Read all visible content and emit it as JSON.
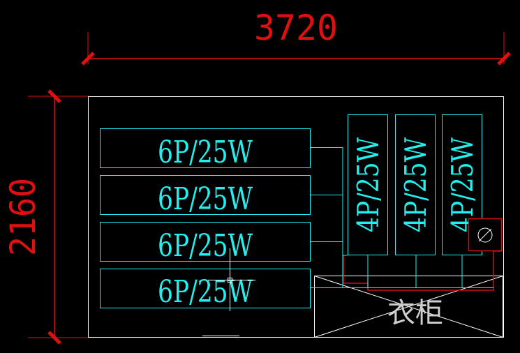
{
  "dimensions": {
    "width": "3720",
    "height": "2160"
  },
  "horizontal_panels": [
    {
      "label": "6P/25W"
    },
    {
      "label": "6P/25W"
    },
    {
      "label": "6P/25W"
    },
    {
      "label": "6P/25W"
    }
  ],
  "vertical_panels": [
    {
      "label": "4P/25W"
    },
    {
      "label": "4P/25W"
    },
    {
      "label": "4P/25W"
    }
  ],
  "cabinet": {
    "label": "衣柜"
  },
  "colors": {
    "background": "#000000",
    "dimension": "#e01010",
    "panel": "#22f0f0",
    "outline": "#ffffff",
    "wiring": "#d01010"
  }
}
